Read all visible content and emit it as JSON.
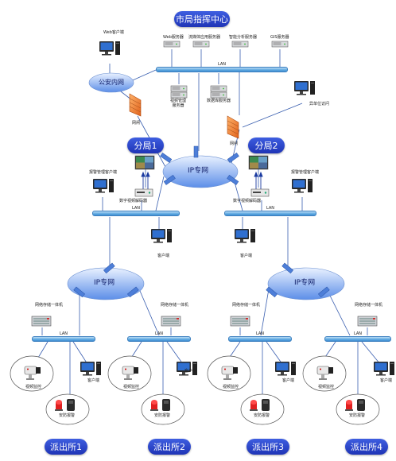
{
  "hub": {
    "title": "市局指挥中心"
  },
  "top_servers": {
    "web": "Web服务器",
    "streaming": "流媒体应用服务器",
    "analytics": "智能分析服务器",
    "gis": "GIS服务器"
  },
  "client_web": "Web客户端",
  "lan": "LAN",
  "police_intranet": "公安内网",
  "firewall": "网闸",
  "video_mgmt_server": "视频管理\n服务器",
  "db_server": "数据库服务器",
  "external_access": "异单位访问",
  "ip_network": "IP专网",
  "branches": [
    {
      "name": "分局1",
      "alarm_client": "报警管理客户端",
      "decoder": "数字视频解码器",
      "client": "客户端"
    },
    {
      "name": "分局2",
      "alarm_client": "报警管理客户端",
      "decoder": "数字视频解码器",
      "client": "客户端"
    }
  ],
  "stations": [
    {
      "name": "派出所1",
      "nvr": "网络存储一体机",
      "camera": "视频监控",
      "client": "客户端",
      "alarm": "安防报警"
    },
    {
      "name": "派出所2",
      "nvr": "网络存储一体机",
      "camera": "视频监控",
      "client": "客户端",
      "alarm": "安防报警"
    },
    {
      "name": "派出所3",
      "nvr": "网络存储一体机",
      "camera": "视频监控",
      "client": "客户端",
      "alarm": "安防报警"
    },
    {
      "name": "派出所4",
      "nvr": "网络存储一体机",
      "camera": "视频监控",
      "client": "客户端",
      "alarm": "安防报警"
    }
  ],
  "colors": {
    "pill": "#2438c8",
    "lan": "#5ea9e1",
    "cloud": "#4a7fe0",
    "firewall": "#f08a30",
    "alarm": "#e02020"
  }
}
